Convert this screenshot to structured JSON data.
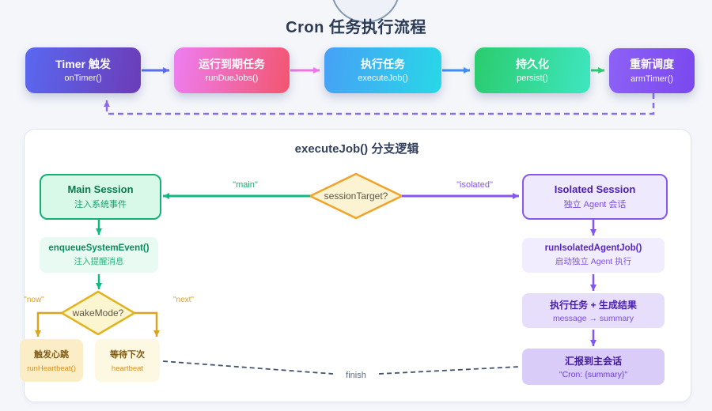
{
  "title": "Cron 任务执行流程",
  "colors": {
    "background": "#f4f6fa",
    "panel_border": "#dfe6f0",
    "edge_timer": "#5b6cf0",
    "edge_rundue": "#ee74e8",
    "edge_execute": "#3f8ef5",
    "edge_persist": "#2ecc71",
    "edge_loop_dashed": "#8b6cf2",
    "edge_green": "#10b981",
    "edge_violet": "#8456f0",
    "edge_gold": "#d9a41e",
    "edge_finish_dashed": "#44546f",
    "diamond_fill": "#fbf3d2",
    "diamond_session_border": "#f0a32a",
    "diamond_wake_border": "#e2b31f"
  },
  "pipeline": {
    "steps": [
      {
        "title": "Timer 触发",
        "subtitle": "onTimer()",
        "color_from": "#5968f0",
        "color_to": "#6c3cb8"
      },
      {
        "title": "运行到期任务",
        "subtitle": "runDueJobs()",
        "color_from": "#ee7ef2",
        "color_to": "#f2556e"
      },
      {
        "title": "执行任务",
        "subtitle": "executeJob()",
        "color_from": "#47a0f6",
        "color_to": "#28d8e7"
      },
      {
        "title": "持久化",
        "subtitle": "persist()",
        "color_from": "#2acc6d",
        "color_to": "#3fe6c0"
      },
      {
        "title": "重新调度",
        "subtitle": "armTimer()",
        "color_from": "#8d62f6",
        "color_to": "#7a48ee"
      }
    ]
  },
  "panel": {
    "title": "executeJob() 分支逻辑",
    "session_decision": {
      "label": "sessionTarget?"
    },
    "wake_decision": {
      "label": "wakeMode?"
    },
    "edge_labels": {
      "main": "\"main\"",
      "isolated": "\"isolated\"",
      "now": "\"now\"",
      "next": "\"next\"",
      "finish": "finish"
    },
    "main_session": {
      "title": "Main Session",
      "subtitle": "注入系统事件"
    },
    "enqueue": {
      "title": "enqueueSystemEvent()",
      "subtitle": "注入提醒消息"
    },
    "heartbeat_now": {
      "title": "触发心跳",
      "subtitle": "runHeartbeat()"
    },
    "heartbeat_next": {
      "title": "等待下次",
      "subtitle": "heartbeat"
    },
    "isolated_session": {
      "title": "Isolated Session",
      "subtitle": "独立 Agent 会话"
    },
    "run_isolated": {
      "title": "runIsolatedAgentJob()",
      "subtitle": "启动独立 Agent 执行"
    },
    "exec_result": {
      "title": "执行任务 + 生成结果",
      "subtitle": "message → summary"
    },
    "report": {
      "title": "汇报到主会话",
      "subtitle": "\"Cron: {summary}\""
    }
  }
}
